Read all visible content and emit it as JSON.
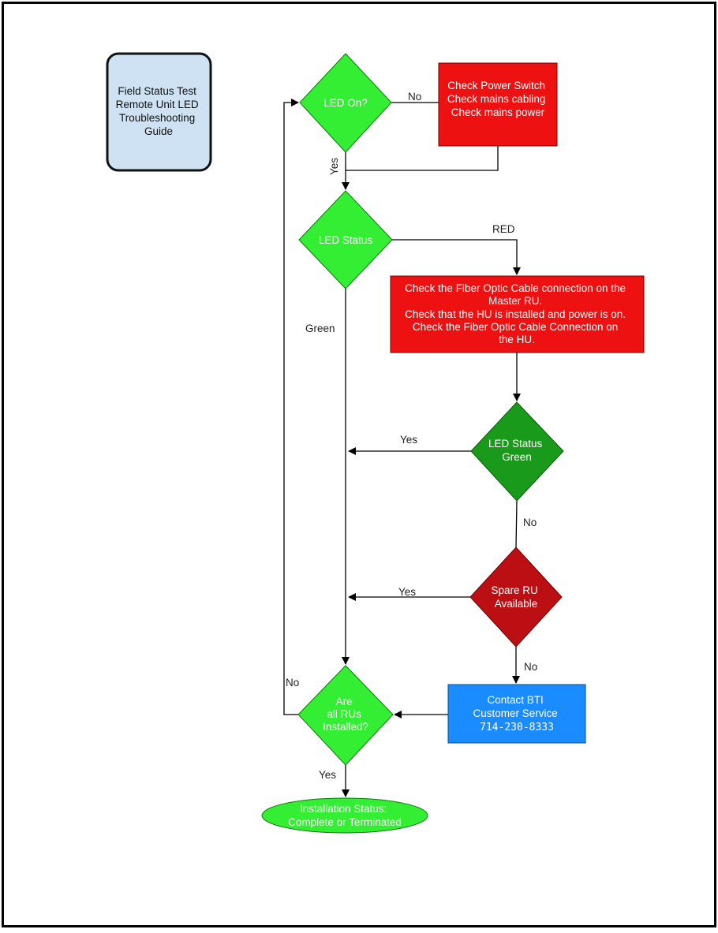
{
  "title_box": {
    "lines": [
      "Field Status Test",
      "Remote Unit LED",
      "Troubleshooting",
      "Guide"
    ],
    "fill": "#cfe2f3"
  },
  "nodes": {
    "led_on": {
      "lines": [
        "LED On?"
      ],
      "fill": "#33ee33"
    },
    "check_power": {
      "lines": [
        "Check Power Switch",
        "Check mains cabling",
        "Check mains power"
      ],
      "fill": "#ee1111"
    },
    "led_status": {
      "lines": [
        "LED Status"
      ],
      "fill": "#33ee33"
    },
    "check_fiber": {
      "lines": [
        "Check the Fiber Optic Cable connection on the",
        "Master RU.",
        "Check that the HU is installed and power is on.",
        "Check the Fiber Optic Cable Connection on",
        "the HU."
      ],
      "fill": "#ee1111"
    },
    "led_status_green": {
      "lines": [
        "LED Status",
        "Green"
      ],
      "fill": "#1a9a1a"
    },
    "spare_ru": {
      "lines": [
        "Spare RU",
        "Available"
      ],
      "fill": "#bb0f14"
    },
    "contact_bti": {
      "lines": [
        "Contact BTI",
        "Customer Service",
        "714-230-8333"
      ],
      "fill": "#1a8cff"
    },
    "all_rus": {
      "lines": [
        "Are",
        "all RUs",
        "Installed?"
      ],
      "fill": "#33ee33"
    },
    "installation_status": {
      "lines": [
        "Installation Status:",
        "Complete or Terminated"
      ],
      "fill": "#33ee33"
    }
  },
  "edge_labels": {
    "no_power": "No",
    "yes_led_on": "Yes",
    "red": "RED",
    "green": "Green",
    "yes_green": "Yes",
    "no_green": "No",
    "yes_spare": "Yes",
    "no_spare": "No",
    "no_loop": "No",
    "yes_done": "Yes"
  }
}
